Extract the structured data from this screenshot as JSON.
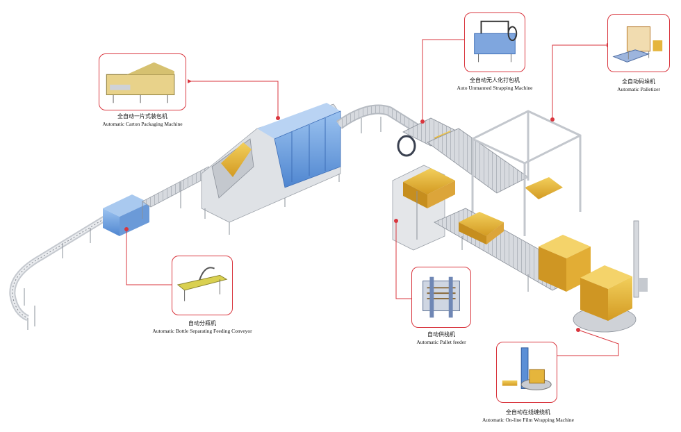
{
  "colors": {
    "callout_border": "#d9363e",
    "leader_line": "#d9363e",
    "machine_blue": "#5b8fd6",
    "frame_grey": "#c9ccd2",
    "carton": "#e5b53c"
  },
  "machines": [
    {
      "id": "carton-packaging",
      "zh": "全自动一片式装包机",
      "en": "Automatic Carton Packaging Machine",
      "icon": "carton-packaging-machine-icon"
    },
    {
      "id": "strapping",
      "zh": "全自动无人化打包机",
      "en": "Auto Unmanned Strapping Machine",
      "icon": "strapping-machine-icon"
    },
    {
      "id": "palletizer",
      "zh": "全自动码垛机",
      "en": "Automatic Palletizer",
      "icon": "palletizer-icon"
    },
    {
      "id": "bottle-separating",
      "zh": "自动分瓶机",
      "en": "Automatic Bottle Separating Feeding Conveyor",
      "icon": "bottle-separating-conveyor-icon"
    },
    {
      "id": "pallet-feeder",
      "zh": "自动供栈机",
      "en": "Automatic Pallet feeder",
      "icon": "pallet-feeder-icon"
    },
    {
      "id": "film-wrapping",
      "zh": "全自动在线缠绕机",
      "en": "Automatic On-line Film Wrapping Machine",
      "icon": "film-wrapping-machine-icon"
    }
  ]
}
